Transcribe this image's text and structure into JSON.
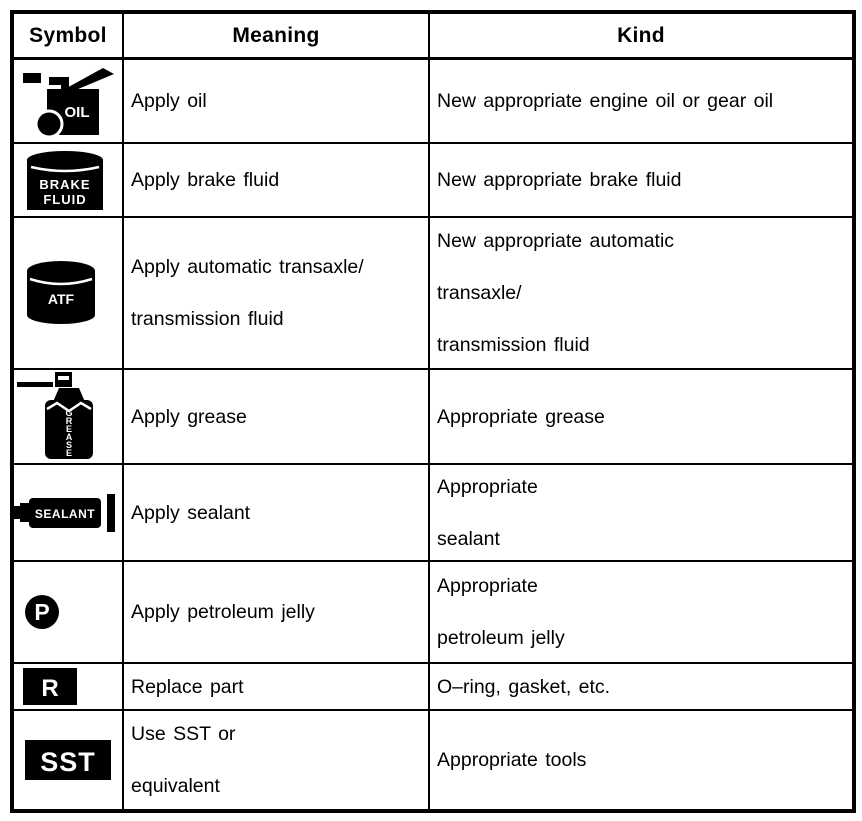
{
  "colors": {
    "ink": "#000000",
    "background": "#ffffff"
  },
  "table": {
    "headers": [
      "Symbol",
      "Meaning",
      "Kind"
    ],
    "rows": [
      {
        "icon": "oil-can-icon",
        "symbol_label": "OIL",
        "meaning": [
          "Apply oil"
        ],
        "kind": [
          "New appropriate engine oil or gear oil"
        ]
      },
      {
        "icon": "brake-fluid-can-icon",
        "symbol_lines": [
          "BRAKE",
          "FLUID"
        ],
        "meaning": [
          "Apply brake fluid"
        ],
        "kind": [
          "New appropriate brake fluid"
        ]
      },
      {
        "icon": "atf-can-icon",
        "symbol_label": "ATF",
        "meaning": [
          "Apply automatic transaxle/",
          "transmission fluid"
        ],
        "kind": [
          "New appropriate automatic",
          "transaxle/",
          "transmission fluid"
        ]
      },
      {
        "icon": "grease-spray-can-icon",
        "symbol_letters": [
          "G",
          "R",
          "E",
          "A",
          "S",
          "E"
        ],
        "meaning": [
          "Apply grease"
        ],
        "kind": [
          "Appropriate grease"
        ]
      },
      {
        "icon": "sealant-tube-icon",
        "symbol_label": "SEALANT",
        "meaning": [
          "Apply sealant"
        ],
        "kind": [
          "Appropriate",
          "sealant"
        ]
      },
      {
        "icon": "petroleum-jelly-icon",
        "symbol_label": "P",
        "meaning": [
          "Apply petroleum jelly"
        ],
        "kind": [
          "Appropriate",
          "petroleum jelly"
        ]
      },
      {
        "icon": "replace-part-icon",
        "symbol_label": "R",
        "meaning": [
          "Replace part"
        ],
        "kind": [
          "O–ring, gasket, etc."
        ]
      },
      {
        "icon": "sst-icon",
        "symbol_label": "SST",
        "meaning": [
          "Use SST or",
          "equivalent"
        ],
        "kind": [
          "Appropriate tools"
        ]
      }
    ]
  }
}
